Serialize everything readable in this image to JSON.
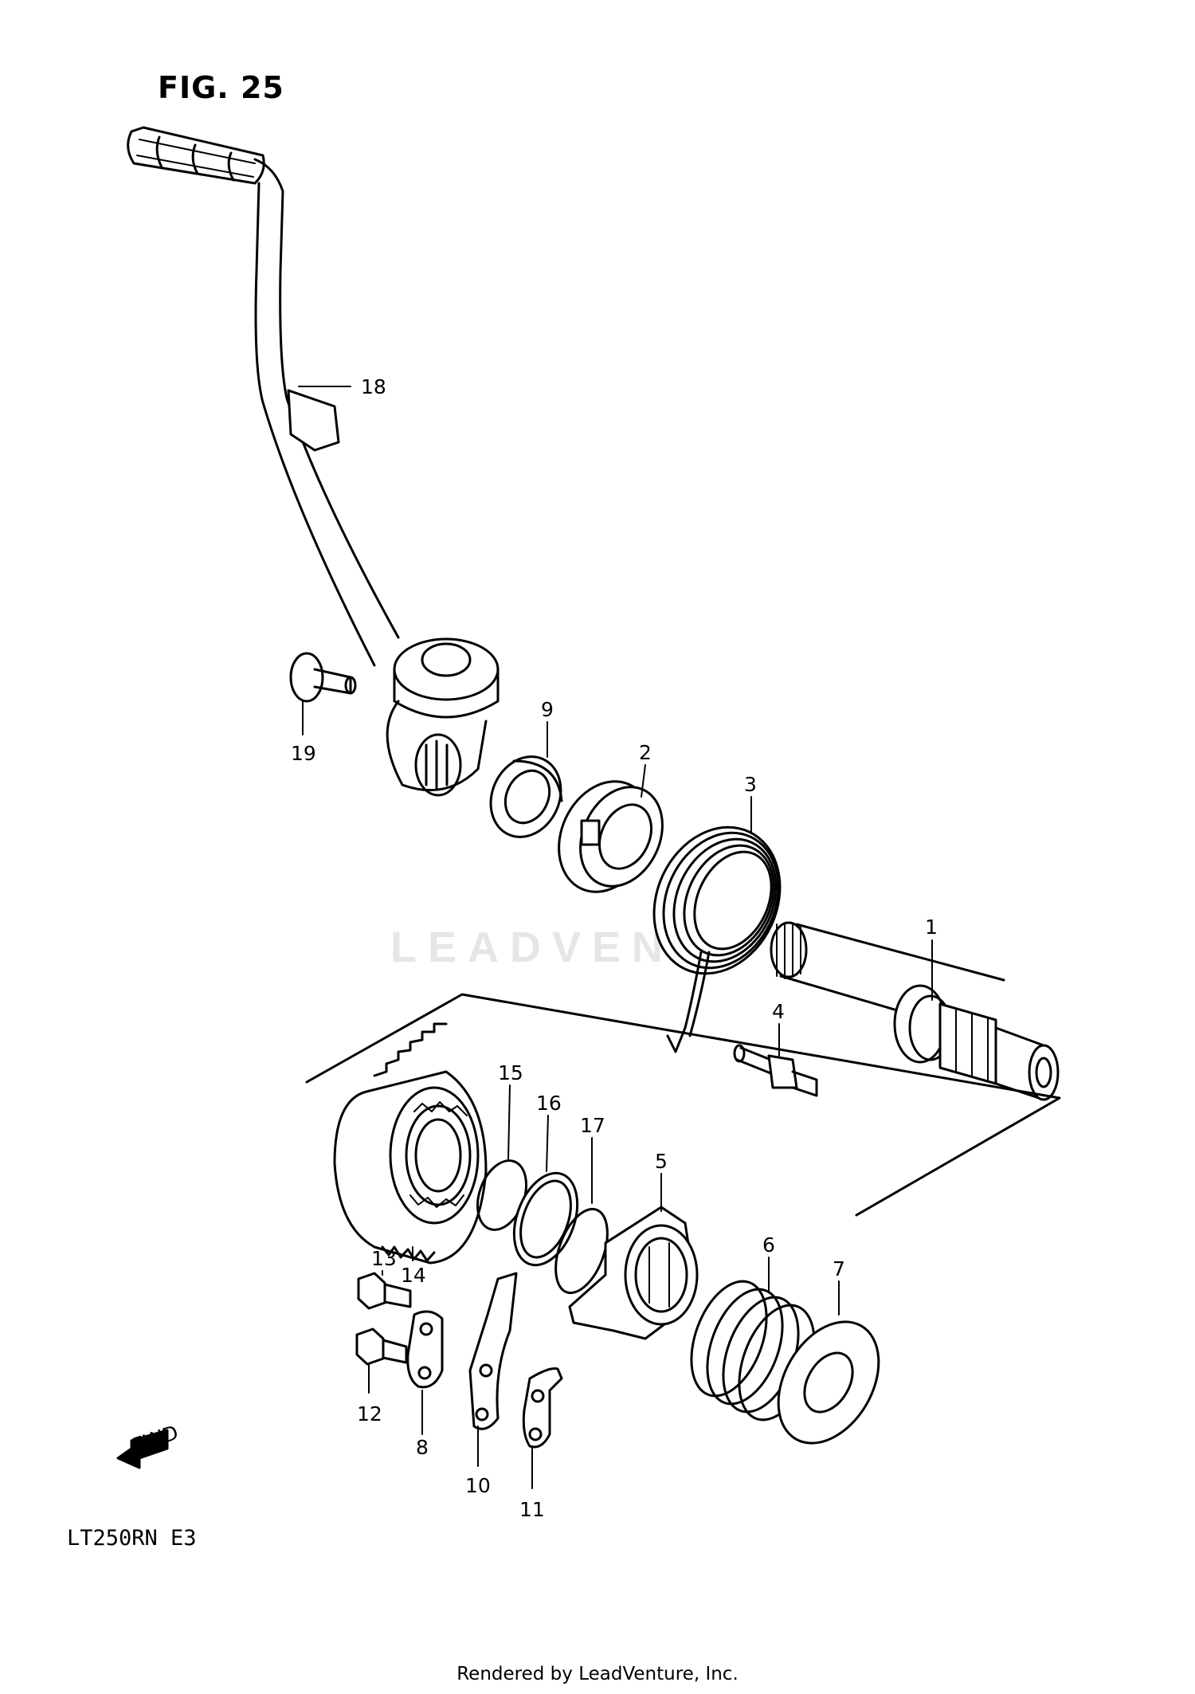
{
  "figure_title": "FIG. 25",
  "model_code": "LT250RN  E3",
  "footer": "Rendered by LeadVenture, Inc.",
  "watermark": "LEADVEN",
  "fwd_label": "FWD",
  "callouts": {
    "c1": "1",
    "c2": "2",
    "c3": "3",
    "c4": "4",
    "c5": "5",
    "c6": "6",
    "c7": "7",
    "c8": "8",
    "c9": "9",
    "c10": "10",
    "c11": "11",
    "c12": "12",
    "c13": "13",
    "c14": "14",
    "c15": "15",
    "c16": "16",
    "c17": "17",
    "c18": "18",
    "c19": "19"
  }
}
